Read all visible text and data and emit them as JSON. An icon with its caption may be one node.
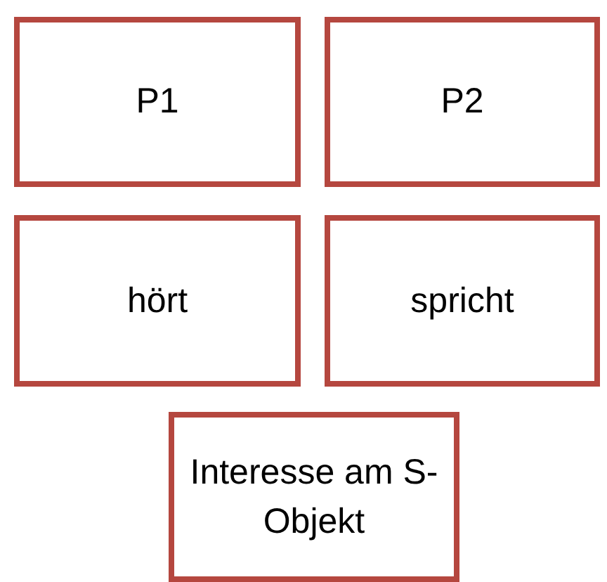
{
  "diagram": {
    "nodes": [
      {
        "text": [
          "P1"
        ]
      },
      {
        "text": [
          "P2"
        ]
      },
      {
        "text": [
          "hört"
        ]
      },
      {
        "text": [
          "spricht"
        ]
      },
      {
        "text": [
          "Interesse am S-Objekt"
        ]
      }
    ]
  }
}
